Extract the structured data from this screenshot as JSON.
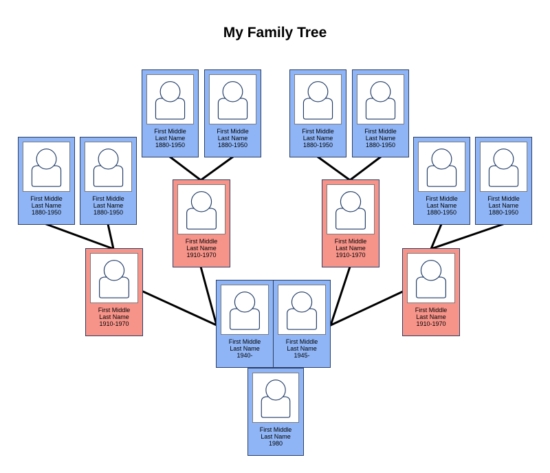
{
  "title": "My Family Tree",
  "colors": {
    "male": "#8fb5f6",
    "female": "#f7948a",
    "line": "#000000",
    "border": "#2b3e63"
  },
  "people": [
    {
      "id": "ggp1",
      "first_middle": "First Middle",
      "last_name": "Last Name",
      "dates": "1880-1950",
      "color": "blue"
    },
    {
      "id": "ggp2",
      "first_middle": "First Middle",
      "last_name": "Last Name",
      "dates": "1880-1950",
      "color": "blue"
    },
    {
      "id": "ggp3",
      "first_middle": "First Middle",
      "last_name": "Last Name",
      "dates": "1880-1950",
      "color": "blue"
    },
    {
      "id": "ggp4",
      "first_middle": "First Middle",
      "last_name": "Last Name",
      "dates": "1880-1950",
      "color": "blue"
    },
    {
      "id": "ggp5",
      "first_middle": "First Middle",
      "last_name": "Last Name",
      "dates": "1880-1950",
      "color": "blue"
    },
    {
      "id": "ggp6",
      "first_middle": "First Middle",
      "last_name": "Last Name",
      "dates": "1880-1950",
      "color": "blue"
    },
    {
      "id": "ggp7",
      "first_middle": "First Middle",
      "last_name": "Last Name",
      "dates": "1880-1950",
      "color": "blue"
    },
    {
      "id": "ggp8",
      "first_middle": "First Middle",
      "last_name": "Last Name",
      "dates": "1880-1950",
      "color": "blue"
    },
    {
      "id": "gp1",
      "first_middle": "First Middle",
      "last_name": "Last Name",
      "dates": "1910-1970",
      "color": "red"
    },
    {
      "id": "gp2",
      "first_middle": "First Middle",
      "last_name": "Last Name",
      "dates": "1910-1970",
      "color": "red"
    },
    {
      "id": "gp3",
      "first_middle": "First Middle",
      "last_name": "Last Name",
      "dates": "1910-1970",
      "color": "red"
    },
    {
      "id": "gp4",
      "first_middle": "First Middle",
      "last_name": "Last Name",
      "dates": "1910-1970",
      "color": "red"
    },
    {
      "id": "parent1",
      "first_middle": "First Middle",
      "last_name": "Last Name",
      "dates": "1940-",
      "color": "blue"
    },
    {
      "id": "parent2",
      "first_middle": "First Middle",
      "last_name": "Last Name",
      "dates": "1945-",
      "color": "blue"
    },
    {
      "id": "child",
      "first_middle": "First Middle",
      "last_name": "Last Name",
      "dates": "1980",
      "color": "blue"
    }
  ]
}
